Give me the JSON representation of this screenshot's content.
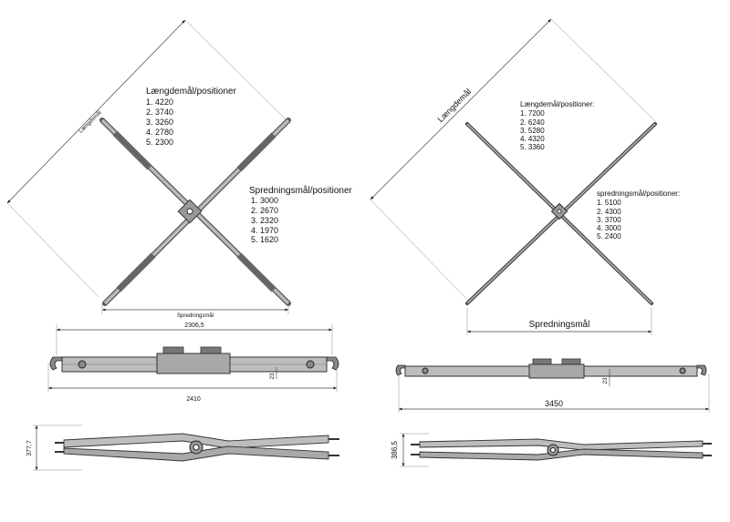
{
  "left": {
    "length_label": "Længdemål",
    "length_title": "Længdemål/positioner",
    "length_positions": [
      "1. 4220",
      "2. 3740",
      "3. 3260",
      "4. 2780",
      "5. 2300"
    ],
    "spread_title": "Spredningsmål/positioner",
    "spread_positions": [
      "1. 3000",
      "2. 2670",
      "3. 2320",
      "4. 1970",
      "5. 1620"
    ],
    "spread_label": "Spredningsmål",
    "side_top_dim": "2306,5",
    "side_bottom_dim": "2410",
    "side_small_dim": "23",
    "top_dim": "377,7"
  },
  "right": {
    "length_label": "Længdemål",
    "length_title": "Længdemål/positioner:",
    "length_positions": [
      "1. 7200",
      "2. 6240",
      "3. 5280",
      "4. 4320",
      "5. 3360"
    ],
    "spread_title": "spredningsmål/positioner:",
    "spread_positions": [
      "1. 5100",
      "2. 4300",
      "3. 3700",
      "4. 3000",
      "5. 2400"
    ],
    "spread_label": "Spredningsmål",
    "side_bottom_dim": "3450",
    "side_small_dim": "23",
    "top_dim": "386,5"
  }
}
